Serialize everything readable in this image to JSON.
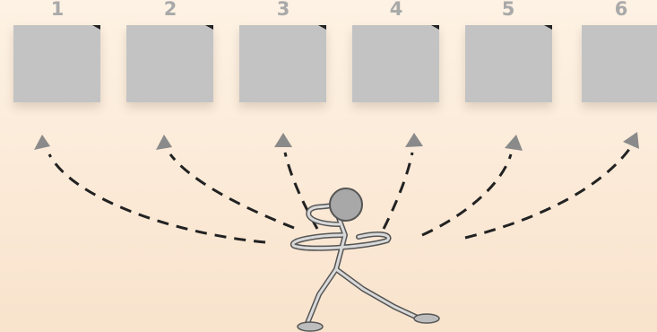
{
  "options": [
    {
      "number": "1"
    },
    {
      "number": "2"
    },
    {
      "number": "3"
    },
    {
      "number": "4"
    },
    {
      "number": "5"
    },
    {
      "number": "6"
    }
  ],
  "colors": {
    "box": "#c3c3c3",
    "number": "#a9a9a9",
    "arrow": "#222222",
    "arrowhead": "#8a8a8a",
    "figure_head": "#a8a8a8",
    "figure_outline": "#555555"
  }
}
